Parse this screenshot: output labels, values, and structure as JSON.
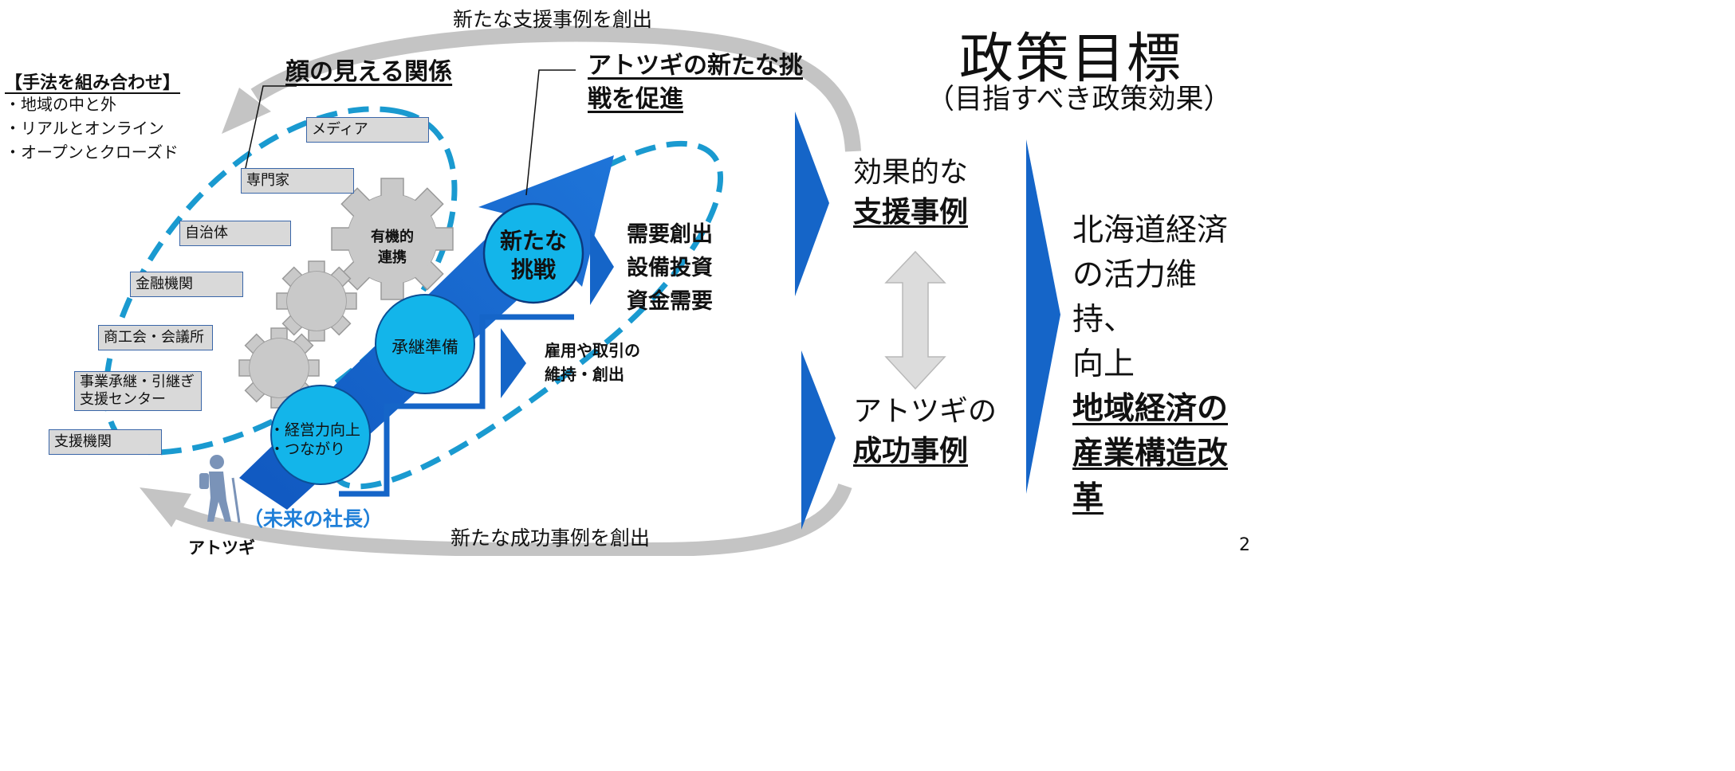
{
  "top_cycle_label": "新たな支援事例を創出",
  "bottom_cycle_label": "新たな成功事例を創出",
  "methods": {
    "title": "【手法を組み合わせ】",
    "items": [
      "・地域の中と外",
      "・リアルとオンライン",
      "・オープンとクローズド"
    ]
  },
  "face_relationship": "顔の見える関係",
  "challenge_heading": [
    "アトツギの新たな挑",
    "戦を促進"
  ],
  "actors": [
    "メディア",
    "専門家",
    "自治体",
    "金融機関",
    "商工会・会議所",
    "事業承継・引継ぎ",
    "支援センター",
    "支援機関"
  ],
  "gear_label": [
    "有機的",
    "連携"
  ],
  "stage_circles": {
    "management": [
      "・経営力向上",
      "・つながり"
    ],
    "succession": "承継準備",
    "new_challenge": [
      "新たな",
      "挑戦"
    ]
  },
  "outcomes_upper": [
    "需要創出",
    "設備投資",
    "資金需要"
  ],
  "outcomes_lower": [
    "雇用や取引の",
    "維持・創出"
  ],
  "future_president": "（未来の社長）",
  "atotsugi": "アトツギ",
  "policy_goal": {
    "title": "政策目標",
    "subtitle": "（目指すべき政策効果）"
  },
  "effects": {
    "support_cases": {
      "line1": "効果的な",
      "line2": "支援事例"
    },
    "success_cases": {
      "line1": "アトツギの",
      "line2": "成功事例"
    }
  },
  "final_result": {
    "plain": [
      "北海道経済",
      "の活力維持、",
      "向上"
    ],
    "strong": [
      "地域経済の",
      "産業構造改",
      "革"
    ]
  },
  "page_number": "2",
  "colors": {
    "dashed": "#1a9ad0",
    "arrow_blue": "#1565c8",
    "circle_fill": "#13b5ea",
    "gear": "#c9c9c9",
    "cycle_arrow": "#c0c0c0"
  }
}
